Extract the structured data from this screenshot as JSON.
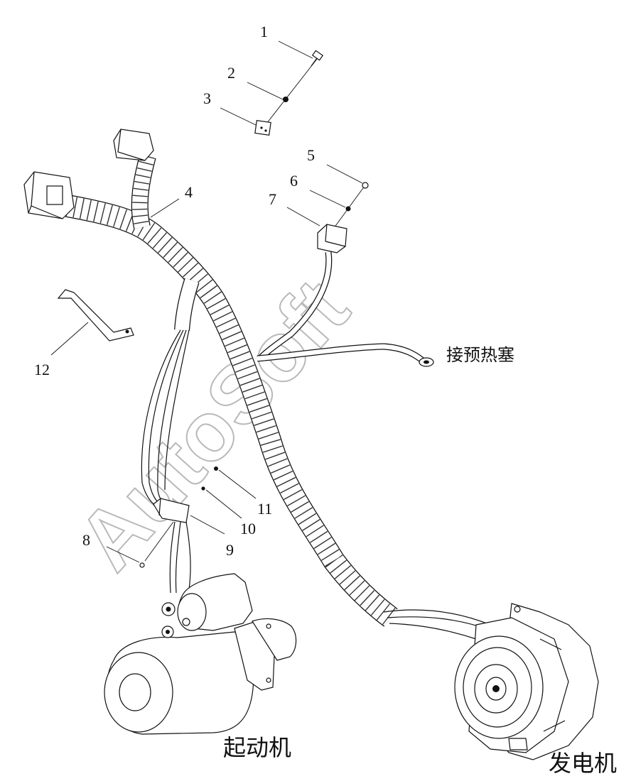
{
  "callouts": [
    "1",
    "2",
    "3",
    "4",
    "5",
    "6",
    "7",
    "8",
    "9",
    "10",
    "11",
    "12"
  ],
  "annotations": {
    "glow_plug": "接预热塞",
    "starter": "起动机",
    "alternator": "发电机"
  },
  "watermark": "AutoSoft"
}
